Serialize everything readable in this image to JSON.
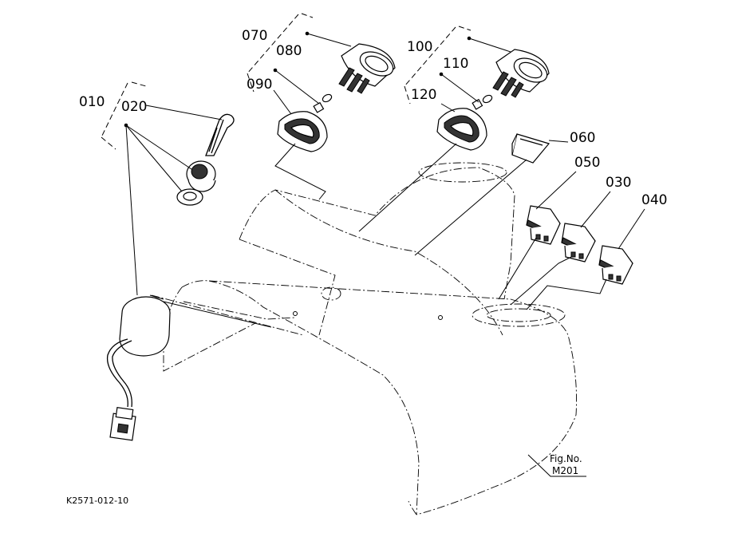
{
  "labels": {
    "p010": "010",
    "p020": "020",
    "p030": "030",
    "p040": "040",
    "p050": "050",
    "p060": "060",
    "p070": "070",
    "p080": "080",
    "p090": "090",
    "p100": "100",
    "p110": "110",
    "p120": "120"
  },
  "figure": {
    "fig_label": "Fig.No.",
    "fig_number": "M201",
    "drawing_code": "K2571-012-10"
  }
}
